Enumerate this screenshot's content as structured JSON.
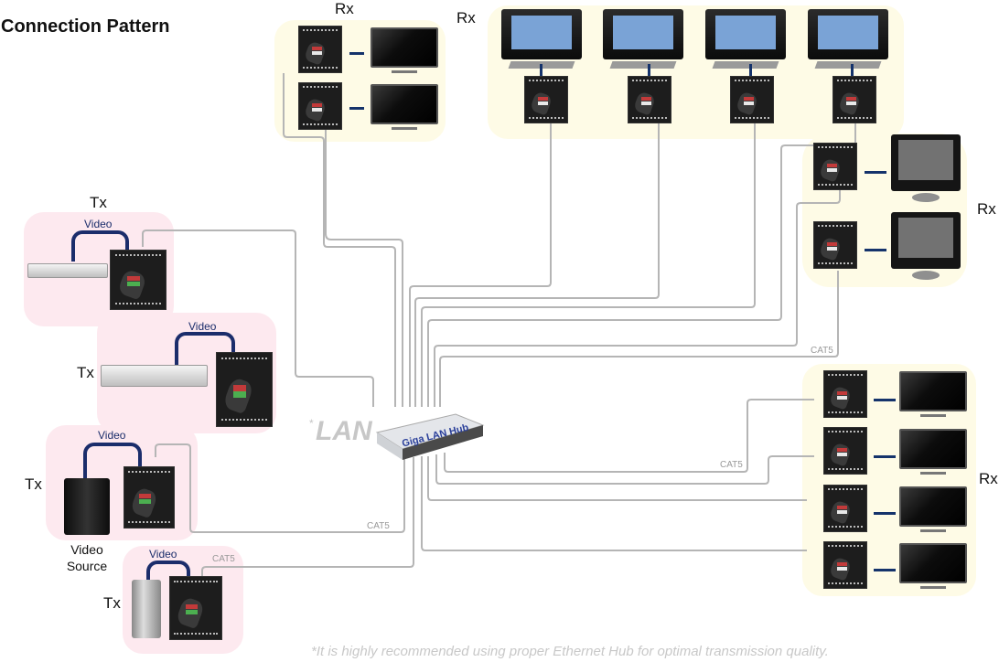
{
  "title": "Connection Pattern",
  "labels": {
    "rx": "Rx",
    "tx": "Tx",
    "video": "Video",
    "cat5": "CAT5",
    "video_source": "Video Source",
    "lan": "LAN",
    "lan_star": "*",
    "hub": "Giga LAN Hub"
  },
  "footnote": "*It is highly recommended using proper Ethernet Hub for optimal transmission quality.",
  "colors": {
    "rx_panel": "#fefbe6",
    "tx_panel": "#fde9ef",
    "video_cable": "#1b2d6b",
    "cat5_cable": "#b5b5b5",
    "hub_label": "#2a3f9a"
  },
  "transmitters": [
    {
      "source": "dvd-player",
      "link": "Video"
    },
    {
      "source": "dvd-player",
      "link": "Video"
    },
    {
      "source": "game-console",
      "link": "Video",
      "caption": "Video Source"
    },
    {
      "source": "pc-tower",
      "link": "Video"
    }
  ],
  "receiver_groups": [
    {
      "display": "flat-tv",
      "count": 2
    },
    {
      "display": "plasma-tv",
      "count": 4
    },
    {
      "display": "lcd-monitor",
      "count": 2
    },
    {
      "display": "flat-tv",
      "count": 4
    }
  ]
}
